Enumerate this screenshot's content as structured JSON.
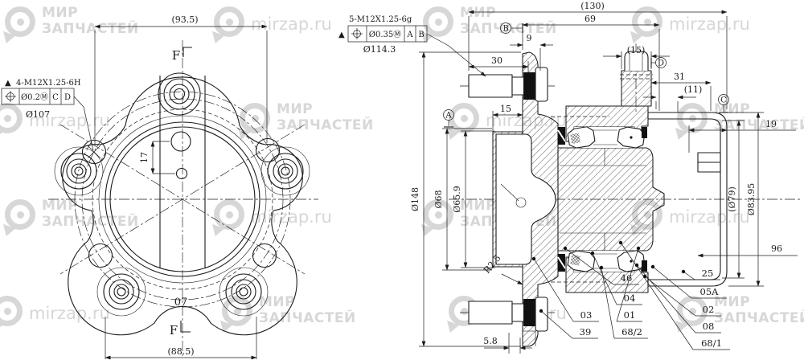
{
  "watermark": {
    "brand_top": "МИР",
    "brand_bottom": "ЗАПЧАСТЕЙ",
    "site": "mirzap.ru",
    "color": "#d7d7d7"
  },
  "drawing": {
    "line_color": "#1b1b1b",
    "paper_color": "#ffffff",
    "type": "wheel hub bearing assembly drawing"
  },
  "front_view": {
    "dim_top": "(93.5)",
    "dim_bottom": "(88.5)",
    "hole_spacing": "17",
    "part_number": "07",
    "section_label": "F",
    "stud_note": {
      "marker": "▲",
      "text": "4-M12X1.25-6H",
      "bolt_circle": "Ø107",
      "fcf": {
        "symbol_icon": "position-tolerance",
        "tolerance": "Ø0.2Ⓜ",
        "datum_1": "C",
        "datum_2": "D"
      }
    }
  },
  "section_view": {
    "stud_note": {
      "marker": "▲",
      "text": "5-M12X1.25-6g",
      "bolt_circle": "Ø114.3",
      "fcf": {
        "symbol_icon": "position-tolerance",
        "tolerance": "Ø0.35Ⓜ",
        "datum_1": "A",
        "datum_2": "B"
      }
    },
    "dims": {
      "overall_width": "(130)",
      "hub_width": "69",
      "flange_offset": "9",
      "stud_length": "30",
      "sensor_boss": "(15)",
      "inboard_width": "31",
      "boss_offset": "(11)",
      "pilot_height": "15",
      "flange_od": "Ø148",
      "pilot_od": "Ø68",
      "pilot_bore": "Ø65.9",
      "cap_bore": "(Ø79)",
      "cap_od": "Ø83.95",
      "cap_depth": "19",
      "seal_diameter": "96",
      "fillet_radius": "R2.5",
      "pilot_step": "5.8"
    },
    "datums": {
      "a": "A",
      "b": "B",
      "c": "C",
      "d": "D"
    },
    "callouts": [
      "03",
      "39",
      "46",
      "04",
      "01",
      "68/2",
      "25",
      "05A",
      "02",
      "08",
      "68/1"
    ]
  }
}
